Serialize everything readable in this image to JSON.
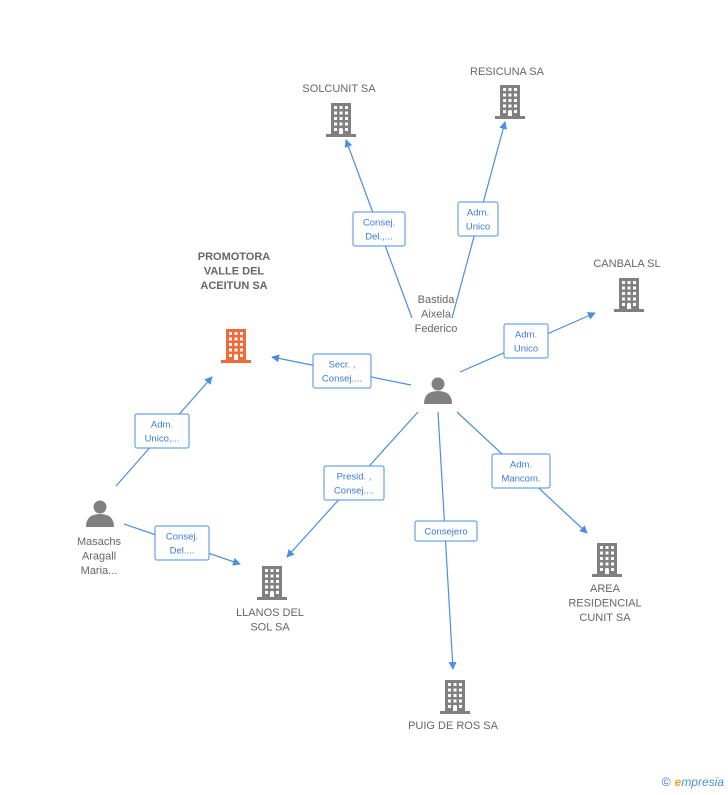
{
  "nodes": [
    {
      "id": "bastida",
      "type": "person",
      "lines": [
        "Bastida",
        "Aixela",
        "Federico"
      ],
      "main": false
    },
    {
      "id": "solcunit",
      "type": "company",
      "lines": [
        "SOLCUNIT SA"
      ],
      "main": false
    },
    {
      "id": "resicuna",
      "type": "company",
      "lines": [
        "RESICUNA SA"
      ],
      "main": false
    },
    {
      "id": "canbala",
      "type": "company",
      "lines": [
        "CANBALA SL"
      ],
      "main": false
    },
    {
      "id": "promotora",
      "type": "company",
      "lines": [
        "PROMOTORA",
        "VALLE DEL",
        "ACEITUN SA"
      ],
      "main": true
    },
    {
      "id": "masachs",
      "type": "person",
      "lines": [
        "Masachs",
        "Aragall",
        "Maria..."
      ],
      "main": false
    },
    {
      "id": "llanos",
      "type": "company",
      "lines": [
        "LLANOS DEL",
        "SOL SA"
      ],
      "main": false
    },
    {
      "id": "area",
      "type": "company",
      "lines": [
        "AREA",
        "RESIDENCIAL",
        "CUNIT SA"
      ],
      "main": false
    },
    {
      "id": "puig",
      "type": "company",
      "lines": [
        "PUIG DE ROS SA"
      ],
      "main": false
    }
  ],
  "edges": [
    {
      "from": "bastida",
      "to": "solcunit",
      "label": [
        "Consej.",
        "Del.,..."
      ]
    },
    {
      "from": "bastida",
      "to": "resicuna",
      "label": [
        "Adm.",
        "Unico"
      ]
    },
    {
      "from": "bastida",
      "to": "canbala",
      "label": [
        "Adm.",
        "Unico"
      ]
    },
    {
      "from": "bastida",
      "to": "promotora",
      "label": [
        "Secr. ,",
        "Consej...."
      ]
    },
    {
      "from": "bastida",
      "to": "llanos",
      "label": [
        "Presid. ,",
        "Consej...."
      ]
    },
    {
      "from": "bastida",
      "to": "area",
      "label": [
        "Adm.",
        "Mancom."
      ]
    },
    {
      "from": "bastida",
      "to": "puig",
      "label": [
        "Consejero"
      ]
    },
    {
      "from": "masachs",
      "to": "promotora",
      "label": [
        "Adm.",
        "Unico,..."
      ]
    },
    {
      "from": "masachs",
      "to": "llanos",
      "label": [
        "Consej.",
        "Del...."
      ]
    }
  ],
  "colors": {
    "edge": "#4a8fe0",
    "company": "#808080",
    "company_main": "#f26a3a",
    "person": "#808080",
    "label_text": "#666666"
  },
  "footer": {
    "copyright": "©",
    "brand_initial": "e",
    "brand_rest": "mpresia"
  }
}
